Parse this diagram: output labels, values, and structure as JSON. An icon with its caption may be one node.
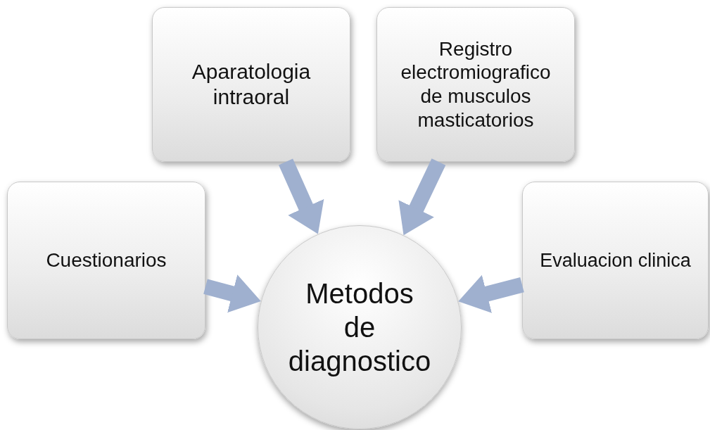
{
  "diagram": {
    "nodes": [
      {
        "text": [
          "Aparatologia intraoral"
        ]
      },
      {
        "text": [
          "Registro electromiografico de musculos masticatorios"
        ]
      },
      {
        "text": [
          "Cuestionarios"
        ]
      },
      {
        "text": [
          "Metodos de diagnostico"
        ]
      },
      {
        "text": [
          "Evaluacion clinica"
        ]
      }
    ],
    "edges": [
      {
        "from": 0,
        "to": 3,
        "arrow": "to"
      },
      {
        "from": 1,
        "to": 3,
        "arrow": "to"
      },
      {
        "from": 2,
        "to": 3,
        "arrow": "to"
      },
      {
        "from": 4,
        "to": 3,
        "arrow": "to"
      }
    ]
  }
}
